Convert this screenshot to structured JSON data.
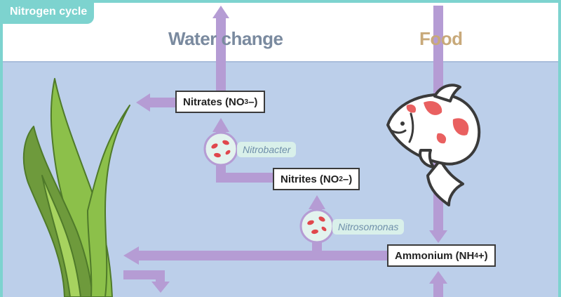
{
  "title": "Nitrogen cycle",
  "headings": {
    "water_change": "Water change",
    "food": "Food"
  },
  "nodes": {
    "nitrates": {
      "text": "Nitrates (NO",
      "sub": "3",
      "suffix": "–)"
    },
    "nitrites": {
      "text": "Nitrites (NO",
      "sub": "2",
      "suffix": "–)"
    },
    "ammonium": {
      "text": "Ammonium (NH",
      "sub": "4",
      "suffix": "+)"
    }
  },
  "bacteria": {
    "nitrobacter": "Nitrobacter",
    "nitrosomonas": "Nitrosomonas"
  },
  "colors": {
    "water": "#bccfea",
    "arrow": "#b59cd4",
    "title_tab": "#7dd3cf",
    "water_change_text": "#7a8a9f",
    "food_text": "#c8a97a",
    "bacteria_fill": "#e3f3ee",
    "bacteria_cell": "#e0474c",
    "plant_light": "#8cc04a",
    "plant_dark": "#6e9a3c",
    "fish_spot": "#e96060"
  }
}
